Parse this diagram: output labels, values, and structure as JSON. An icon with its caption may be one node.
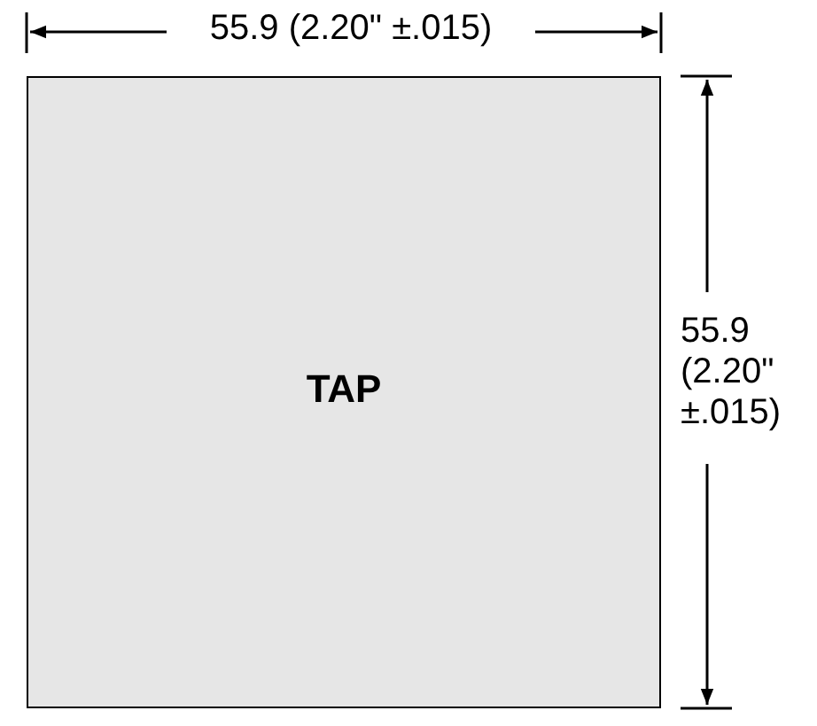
{
  "diagram": {
    "nodes": [
      {
        "text": [
          "TAP"
        ]
      }
    ],
    "labels": [
      "55.9 (2.20\" ±.015)",
      "55.9 (2.20\" ±.015)"
    ]
  }
}
